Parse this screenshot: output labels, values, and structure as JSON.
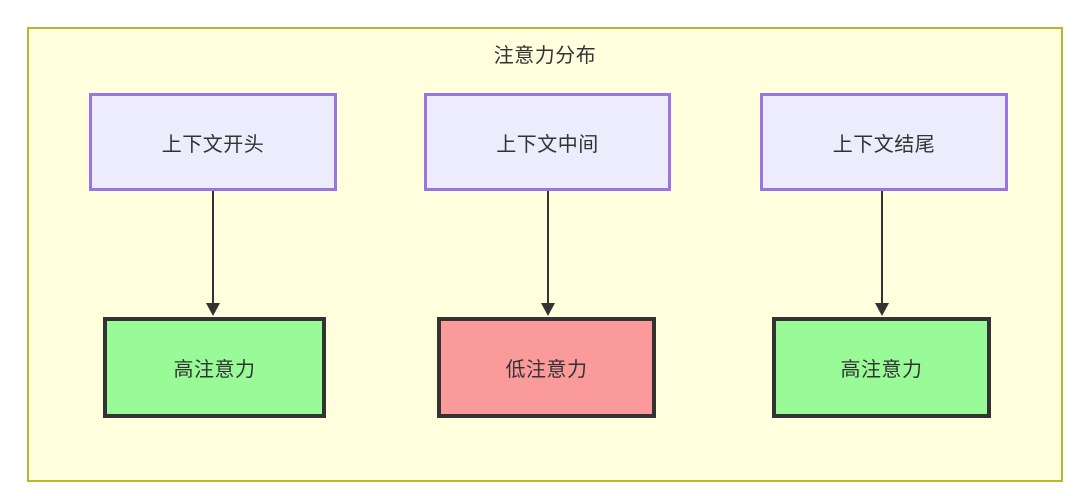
{
  "diagram": {
    "title": "注意力分布",
    "container": {
      "background_color": "#ffffdd",
      "border_color": "#bdb430"
    },
    "context_nodes": [
      {
        "label": "上下文开头",
        "fill": "#ececfd",
        "stroke": "#9a74e0"
      },
      {
        "label": "上下文中间",
        "fill": "#ececfd",
        "stroke": "#9a74e0"
      },
      {
        "label": "上下文结尾",
        "fill": "#ececfd",
        "stroke": "#9a74e0"
      }
    ],
    "attention_nodes": [
      {
        "label": "高注意力",
        "fill": "#98fb98",
        "stroke": "#333333"
      },
      {
        "label": "低注意力",
        "fill": "#fa9a9a",
        "stroke": "#333333"
      },
      {
        "label": "高注意力",
        "fill": "#98fb98",
        "stroke": "#333333"
      }
    ],
    "edges": [
      {
        "from": "上下文开头",
        "to": "高注意力"
      },
      {
        "from": "上下文中间",
        "to": "低注意力"
      },
      {
        "from": "上下文结尾",
        "to": "高注意力"
      }
    ]
  }
}
